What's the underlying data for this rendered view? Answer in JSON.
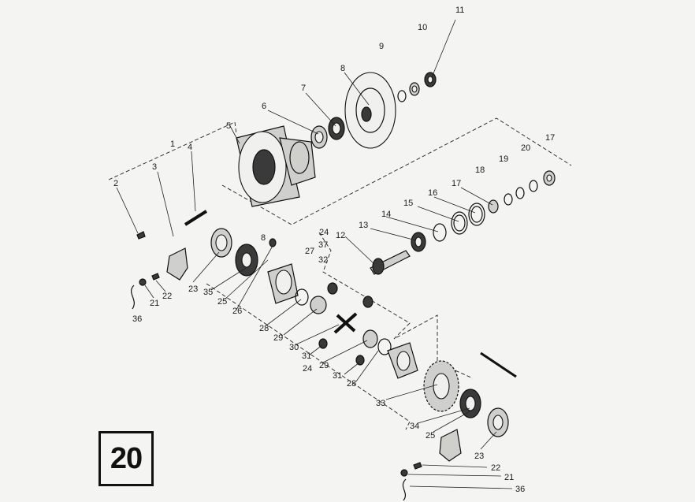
{
  "page_number": "20",
  "callouts": [
    {
      "id": "c11",
      "text": "11"
    },
    {
      "id": "c10",
      "text": "10"
    },
    {
      "id": "c9",
      "text": "9"
    },
    {
      "id": "c8a",
      "text": "8"
    },
    {
      "id": "c7",
      "text": "7"
    },
    {
      "id": "c6",
      "text": "6"
    },
    {
      "id": "c5",
      "text": "5"
    },
    {
      "id": "c1",
      "text": "1"
    },
    {
      "id": "c3",
      "text": "3"
    },
    {
      "id": "c4",
      "text": "4"
    },
    {
      "id": "c2",
      "text": "2"
    },
    {
      "id": "c17a",
      "text": "17"
    },
    {
      "id": "c20",
      "text": "20"
    },
    {
      "id": "c19",
      "text": "19"
    },
    {
      "id": "c18",
      "text": "18"
    },
    {
      "id": "c17b",
      "text": "17"
    },
    {
      "id": "c16",
      "text": "16"
    },
    {
      "id": "c15",
      "text": "15"
    },
    {
      "id": "c14",
      "text": "14"
    },
    {
      "id": "c13",
      "text": "13"
    },
    {
      "id": "c12",
      "text": "12"
    },
    {
      "id": "c24a",
      "text": "24"
    },
    {
      "id": "c37",
      "text": "37"
    },
    {
      "id": "c32",
      "text": "32"
    },
    {
      "id": "c27",
      "text": "27"
    },
    {
      "id": "c8b",
      "text": "8"
    },
    {
      "id": "c22a",
      "text": "22"
    },
    {
      "id": "c21a",
      "text": "21"
    },
    {
      "id": "c36a",
      "text": "36"
    },
    {
      "id": "c23a",
      "text": "23"
    },
    {
      "id": "c35",
      "text": "35"
    },
    {
      "id": "c25a",
      "text": "25"
    },
    {
      "id": "c26",
      "text": "26"
    },
    {
      "id": "c28a",
      "text": "28"
    },
    {
      "id": "c29a",
      "text": "29"
    },
    {
      "id": "c30",
      "text": "30"
    },
    {
      "id": "c31a",
      "text": "31"
    },
    {
      "id": "c24b",
      "text": "24"
    },
    {
      "id": "c29b",
      "text": "29"
    },
    {
      "id": "c31b",
      "text": "31"
    },
    {
      "id": "c28b",
      "text": "28"
    },
    {
      "id": "c33",
      "text": "33"
    },
    {
      "id": "c34",
      "text": "34"
    },
    {
      "id": "c25b",
      "text": "25"
    },
    {
      "id": "c23b",
      "text": "23"
    },
    {
      "id": "c22b",
      "text": "22"
    },
    {
      "id": "c21b",
      "text": "21"
    },
    {
      "id": "c36b",
      "text": "36"
    }
  ]
}
